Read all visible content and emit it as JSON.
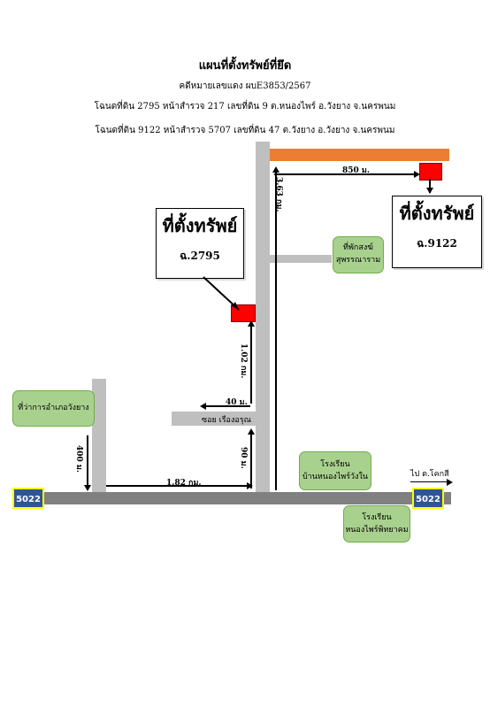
{
  "header": {
    "title": "แผนที่ตั้งทรัพย์ที่ยึด",
    "case_line": "คดีหมายเลขแดง ผบE3853/2567",
    "deed_line_1": "โฉนดที่ดิน 2795 หน้าสำรวจ 217 เลขที่ดิน 9 ต.หนองไพร์ อ.วังยาง จ.นครพนม",
    "deed_line_2": "โฉนดที่ดิน 9122 หน้าสำรวจ 5707 เลขที่ดิน 47 ต.วังยาง อ.วังยาง จ.นครพนม"
  },
  "callouts": {
    "property_1": {
      "heading": "ที่ตั้งทรัพย์",
      "deed": "ฉ.2795"
    },
    "property_2": {
      "heading": "ที่ตั้งทรัพย์",
      "deed": "ฉ.9122"
    }
  },
  "distances": {
    "top_road": "850 ม.",
    "vertical_upper": "3.63 กม.",
    "vertical_middle": "1.02 กม.",
    "soi_left": "40 ม.",
    "vertical_lower": "90 ม.",
    "left_road": "400 ม.",
    "main_road": "1.82 กม."
  },
  "places": {
    "temple": [
      "ที่พักสงฆ์",
      "สุพรรณาราม"
    ],
    "district_office": "ที่ว่าการอำเภอวังยาง",
    "soi": "ซอย เรืองอรุณ",
    "school_1": [
      "โรงเรียน",
      "บ้านหนองไพร์วังใน"
    ],
    "school_2": [
      "โรงเรียน",
      "หนองไพร์พิทยาคม"
    ]
  },
  "road_signs": {
    "left": "5022",
    "right": "5022"
  },
  "direction": "ไป ต.โคกสี",
  "colors": {
    "main_road": "#808080",
    "side_road": "#bfbfbf",
    "top_road": "#ed7d31",
    "plot": "#ff0000",
    "landmark": "#a9d18e",
    "sign": "#2f5597"
  }
}
